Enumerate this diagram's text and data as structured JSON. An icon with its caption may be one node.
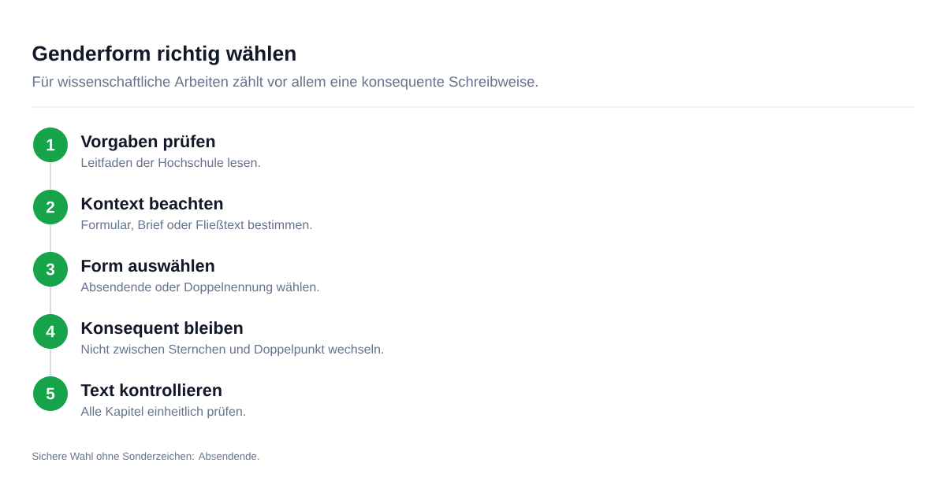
{
  "diagram": {
    "title": "Genderform richtig wählen",
    "nodes": [
      {
        "text": [
          "1"
        ],
        "beside": [
          "Vorgaben prüfen",
          "Leitfaden der Hochschule lesen."
        ]
      },
      {
        "text": [
          "2"
        ],
        "beside": [
          "Kontext beachten",
          "Formular, Brief oder Fließtext bestimmen."
        ]
      },
      {
        "text": [
          "3"
        ],
        "beside": [
          "Form auswählen",
          "Absendende oder Doppelnennung wählen."
        ]
      },
      {
        "text": [
          "4"
        ],
        "beside": [
          "Konsequent bleiben",
          "Nicht zwischen Sternchen und Doppelpunkt wechseln."
        ]
      },
      {
        "text": [
          "5"
        ],
        "beside": [
          "Text kontrollieren",
          "Alle Kapitel einheitlich prüfen."
        ]
      }
    ],
    "edges": [
      {
        "from": 0,
        "to": 1,
        "arrow": "none"
      },
      {
        "from": 1,
        "to": 2,
        "arrow": "none"
      },
      {
        "from": 2,
        "to": 3,
        "arrow": "none"
      },
      {
        "from": 3,
        "to": 4,
        "arrow": "none"
      }
    ],
    "labels": [
      "Für wissenschaftliche Arbeiten zählt vor allem eine konsequente Schreibweise."
    ],
    "caption": "Sichere Wahl ohne Sonderzeichen: Absendende."
  }
}
